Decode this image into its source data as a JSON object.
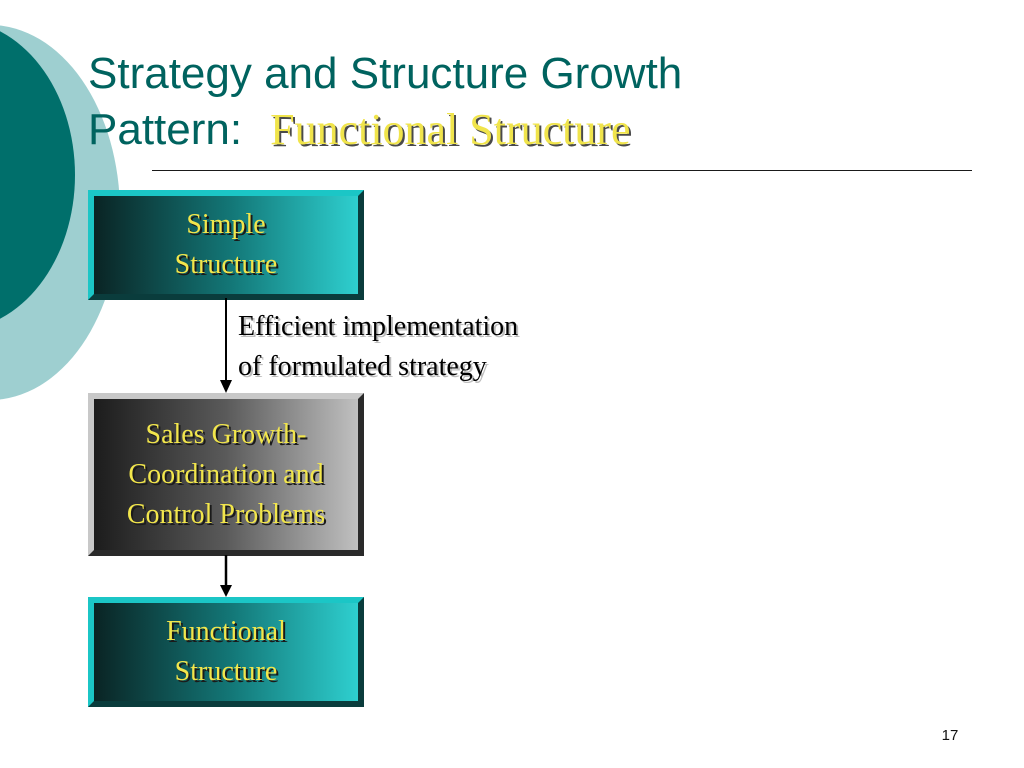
{
  "slide": {
    "title_line1": "Strategy and Structure Growth",
    "title_line2": "Pattern:",
    "title_sub": "Functional Structure",
    "page_number": "17"
  },
  "flow": {
    "boxes": [
      {
        "lines": [
          "Simple",
          "Structure"
        ]
      },
      {
        "lines": [
          "Sales Growth-",
          "Coordination and",
          "Control Problems"
        ]
      },
      {
        "lines": [
          "Functional",
          "Structure"
        ]
      }
    ],
    "annotation": [
      "Efficient implementation",
      "of formulated strategy"
    ]
  },
  "colors": {
    "title": "#00635f",
    "highlight_text": "#f2e64c",
    "teal_box_light": "#2ecfcf",
    "teal_box_dark": "#0a2424",
    "gray_box_light": "#c0c0c0",
    "gray_box_dark": "#1c1c1c",
    "decor_dark": "#006f6b",
    "decor_light": "#9ecfd0"
  }
}
